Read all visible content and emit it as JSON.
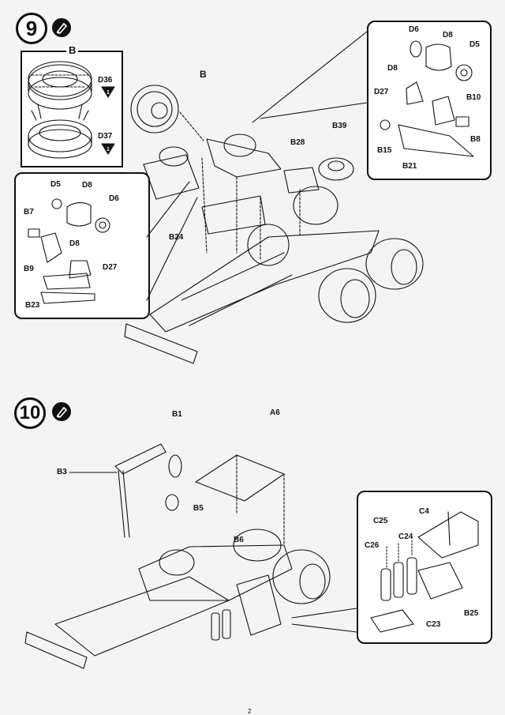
{
  "steps": [
    {
      "number": "9",
      "glue_icon": "cement-icon"
    },
    {
      "number": "10",
      "glue_icon": "cement-icon"
    }
  ],
  "step9": {
    "tire_callout": {
      "title": "B",
      "parts": [
        "D36",
        "D37"
      ],
      "count_marks": [
        "1",
        "1"
      ]
    },
    "left_callout": {
      "parts": [
        "D5",
        "D8",
        "D6",
        "B7",
        "D8",
        "B9",
        "D27",
        "B23"
      ]
    },
    "right_callout": {
      "parts": [
        "D6",
        "D8",
        "D5",
        "D8",
        "D27",
        "B10",
        "B15",
        "B8",
        "B21"
      ]
    },
    "main_labels": [
      "B",
      "B39",
      "B28",
      "B24"
    ]
  },
  "step10": {
    "main_labels": [
      "B1",
      "A6",
      "B3",
      "B5",
      "B6"
    ],
    "callout": {
      "parts": [
        "C4",
        "C25",
        "C24",
        "C26",
        "B25",
        "C23"
      ]
    }
  },
  "footer": {
    "page_number": "2"
  },
  "colors": {
    "ink": "#111111",
    "paper": "#f4f4f2"
  }
}
